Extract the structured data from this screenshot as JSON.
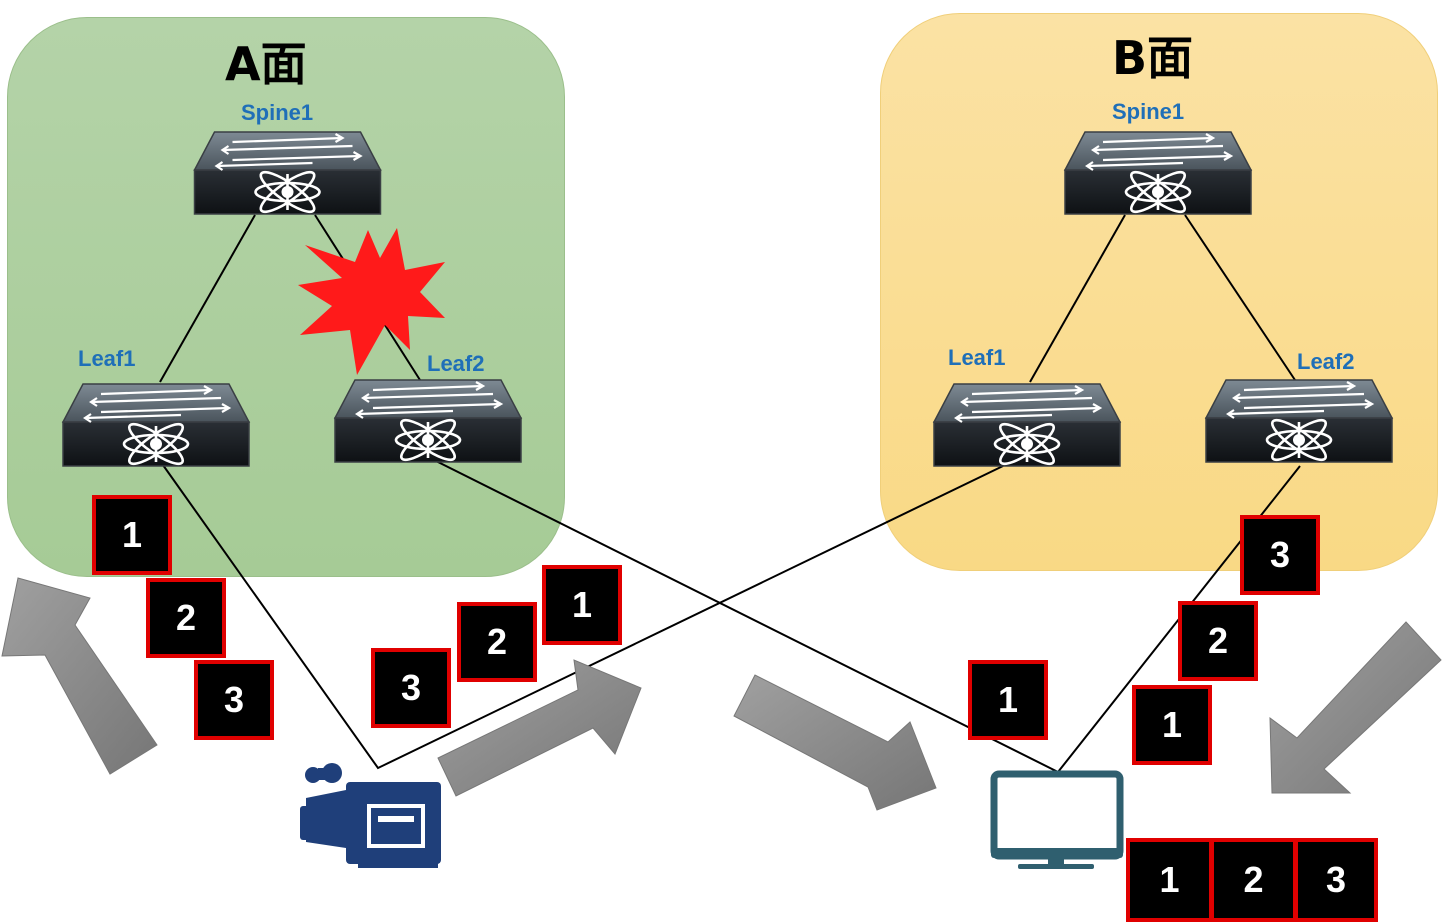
{
  "zones": {
    "a": {
      "title": "A面",
      "color": "#b0d0a4"
    },
    "b": {
      "title": "B面",
      "color": "#fadc90"
    }
  },
  "nodes": {
    "a_spine": "Spine1",
    "a_leaf1": "Leaf1",
    "a_leaf2": "Leaf2",
    "b_spine": "Spine1",
    "b_leaf1": "Leaf1",
    "b_leaf2": "Leaf2"
  },
  "packets": {
    "a_stream": [
      "1",
      "2",
      "3"
    ],
    "camera_out": [
      "3",
      "2",
      "1"
    ],
    "tv_in_a": [
      "1"
    ],
    "b_stream": [
      "3",
      "2",
      "1"
    ],
    "output": [
      "1",
      "2",
      "3"
    ]
  },
  "icons": {
    "switch": "network-switch-icon",
    "failure": "failure-burst-icon",
    "camera": "video-camera-icon",
    "monitor": "monitor-icon",
    "arrow": "flow-arrow-icon"
  },
  "colors": {
    "label_blue": "#1f6fb8",
    "packet_border": "#e00000",
    "failure_red": "#ff1a1a",
    "camera_blue": "#1f3f7a",
    "monitor_teal": "#2f5f6f",
    "arrow_gray": "#8c8c8c"
  }
}
